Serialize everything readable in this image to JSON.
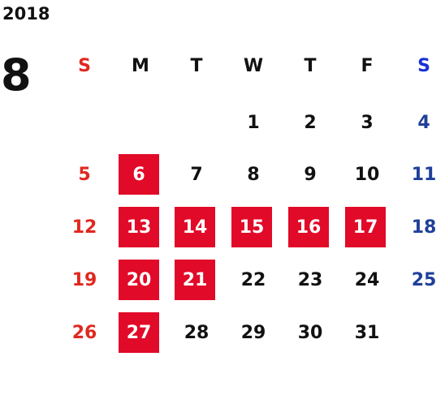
{
  "year": "2018",
  "month": "8",
  "colors": {
    "sunday": "#e0281f",
    "saturday": "#1f3f9a",
    "weekday": "#111111",
    "highlight_bg": "#e10a28",
    "highlight_text": "#ffffff"
  },
  "weekdays": [
    "S",
    "M",
    "T",
    "W",
    "T",
    "F",
    "S"
  ],
  "weeks": [
    [
      {
        "day": "",
        "hl": false
      },
      {
        "day": "",
        "hl": false
      },
      {
        "day": "",
        "hl": false
      },
      {
        "day": "1",
        "hl": false
      },
      {
        "day": "2",
        "hl": false
      },
      {
        "day": "3",
        "hl": false
      },
      {
        "day": "4",
        "hl": false
      }
    ],
    [
      {
        "day": "5",
        "hl": false
      },
      {
        "day": "6",
        "hl": true
      },
      {
        "day": "7",
        "hl": false
      },
      {
        "day": "8",
        "hl": false
      },
      {
        "day": "9",
        "hl": false
      },
      {
        "day": "10",
        "hl": false
      },
      {
        "day": "11",
        "hl": false
      }
    ],
    [
      {
        "day": "12",
        "hl": false
      },
      {
        "day": "13",
        "hl": true
      },
      {
        "day": "14",
        "hl": true
      },
      {
        "day": "15",
        "hl": true
      },
      {
        "day": "16",
        "hl": true
      },
      {
        "day": "17",
        "hl": true
      },
      {
        "day": "18",
        "hl": false
      }
    ],
    [
      {
        "day": "19",
        "hl": false
      },
      {
        "day": "20",
        "hl": true
      },
      {
        "day": "21",
        "hl": true
      },
      {
        "day": "22",
        "hl": false
      },
      {
        "day": "23",
        "hl": false
      },
      {
        "day": "24",
        "hl": false
      },
      {
        "day": "25",
        "hl": false
      }
    ],
    [
      {
        "day": "26",
        "hl": false
      },
      {
        "day": "27",
        "hl": true
      },
      {
        "day": "28",
        "hl": false
      },
      {
        "day": "29",
        "hl": false
      },
      {
        "day": "30",
        "hl": false
      },
      {
        "day": "31",
        "hl": false
      },
      {
        "day": "",
        "hl": false
      }
    ]
  ]
}
